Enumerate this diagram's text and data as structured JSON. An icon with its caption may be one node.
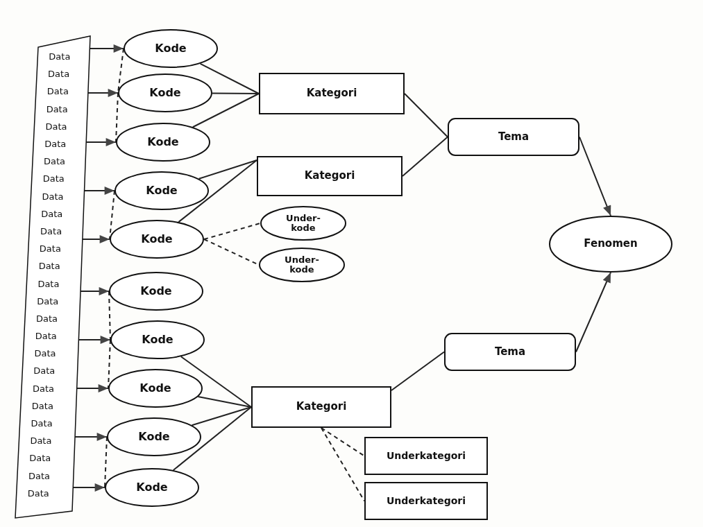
{
  "diagram": {
    "nodes": [
      {
        "text": [
          "Data",
          "Data",
          "Data",
          "Data",
          "Data",
          "Data",
          "Data",
          "Data",
          "Data",
          "Data",
          "Data",
          "Data",
          "Data",
          "Data",
          "Data",
          "Data",
          "Data",
          "Data",
          "Data",
          "Data",
          "Data",
          "Data",
          "Data",
          "Data",
          "Data",
          "Data"
        ]
      },
      {
        "text": [
          "Kode"
        ]
      },
      {
        "text": [
          "Kode"
        ]
      },
      {
        "text": [
          "Kode"
        ]
      },
      {
        "text": [
          "Kode"
        ]
      },
      {
        "text": [
          "Kode"
        ]
      },
      {
        "text": [
          "Kode"
        ]
      },
      {
        "text": [
          "Kode"
        ]
      },
      {
        "text": [
          "Kode"
        ]
      },
      {
        "text": [
          "Kode"
        ]
      },
      {
        "text": [
          "Kode"
        ]
      },
      {
        "text": [
          "Kategori"
        ]
      },
      {
        "text": [
          "Tema"
        ]
      },
      {
        "text": [
          "Kategori"
        ]
      },
      {
        "text": [
          "Under- kode"
        ]
      },
      {
        "text": [
          "Under- kode"
        ]
      },
      {
        "text": [
          "Fenomen"
        ]
      },
      {
        "text": [
          "Tema"
        ]
      },
      {
        "text": [
          "Kategori"
        ]
      },
      {
        "text": [
          "Underkategori"
        ]
      },
      {
        "text": [
          "Underkategori"
        ]
      }
    ],
    "edges": [
      {
        "from": 0,
        "to": 1,
        "arrow": "to"
      },
      {
        "from": 0,
        "to": 2,
        "arrow": "to"
      },
      {
        "from": 0,
        "to": 3,
        "arrow": "to"
      },
      {
        "from": 0,
        "to": 4,
        "arrow": "to"
      },
      {
        "from": 0,
        "to": 5,
        "arrow": "to"
      },
      {
        "from": 0,
        "to": 6,
        "arrow": "to"
      },
      {
        "from": 0,
        "to": 7,
        "arrow": "to"
      },
      {
        "from": 0,
        "to": 8,
        "arrow": "to"
      },
      {
        "from": 0,
        "to": 9,
        "arrow": "to"
      },
      {
        "from": 0,
        "to": 10,
        "arrow": "to"
      },
      {
        "from": 1,
        "to": 2,
        "arrow": "none",
        "style": "dashed"
      },
      {
        "from": 2,
        "to": 3,
        "arrow": "none",
        "style": "dashed"
      },
      {
        "from": 4,
        "to": 5,
        "arrow": "none",
        "style": "dashed"
      },
      {
        "from": 6,
        "to": 7,
        "arrow": "none",
        "style": "dashed"
      },
      {
        "from": 7,
        "to": 8,
        "arrow": "none",
        "style": "dashed"
      },
      {
        "from": 9,
        "to": 10,
        "arrow": "none",
        "style": "dashed"
      },
      {
        "from": 1,
        "to": 11,
        "arrow": "none"
      },
      {
        "from": 2,
        "to": 11,
        "arrow": "none"
      },
      {
        "from": 3,
        "to": 11,
        "arrow": "none"
      },
      {
        "from": 4,
        "to": 13,
        "arrow": "none"
      },
      {
        "from": 5,
        "to": 13,
        "arrow": "none"
      },
      {
        "from": 5,
        "to": 14,
        "arrow": "none",
        "style": "dashed"
      },
      {
        "from": 5,
        "to": 15,
        "arrow": "none",
        "style": "dashed"
      },
      {
        "from": 11,
        "to": 12,
        "arrow": "none"
      },
      {
        "from": 13,
        "to": 12,
        "arrow": "none"
      },
      {
        "from": 12,
        "to": 16,
        "arrow": "to"
      },
      {
        "from": 7,
        "to": 18,
        "arrow": "none"
      },
      {
        "from": 8,
        "to": 18,
        "arrow": "none"
      },
      {
        "from": 9,
        "to": 18,
        "arrow": "none"
      },
      {
        "from": 10,
        "to": 18,
        "arrow": "none"
      },
      {
        "from": 18,
        "to": 17,
        "arrow": "none"
      },
      {
        "from": 17,
        "to": 16,
        "arrow": "to"
      },
      {
        "from": 18,
        "to": 19,
        "arrow": "none",
        "style": "dashed"
      },
      {
        "from": 18,
        "to": 20,
        "arrow": "none",
        "style": "dashed"
      }
    ]
  }
}
